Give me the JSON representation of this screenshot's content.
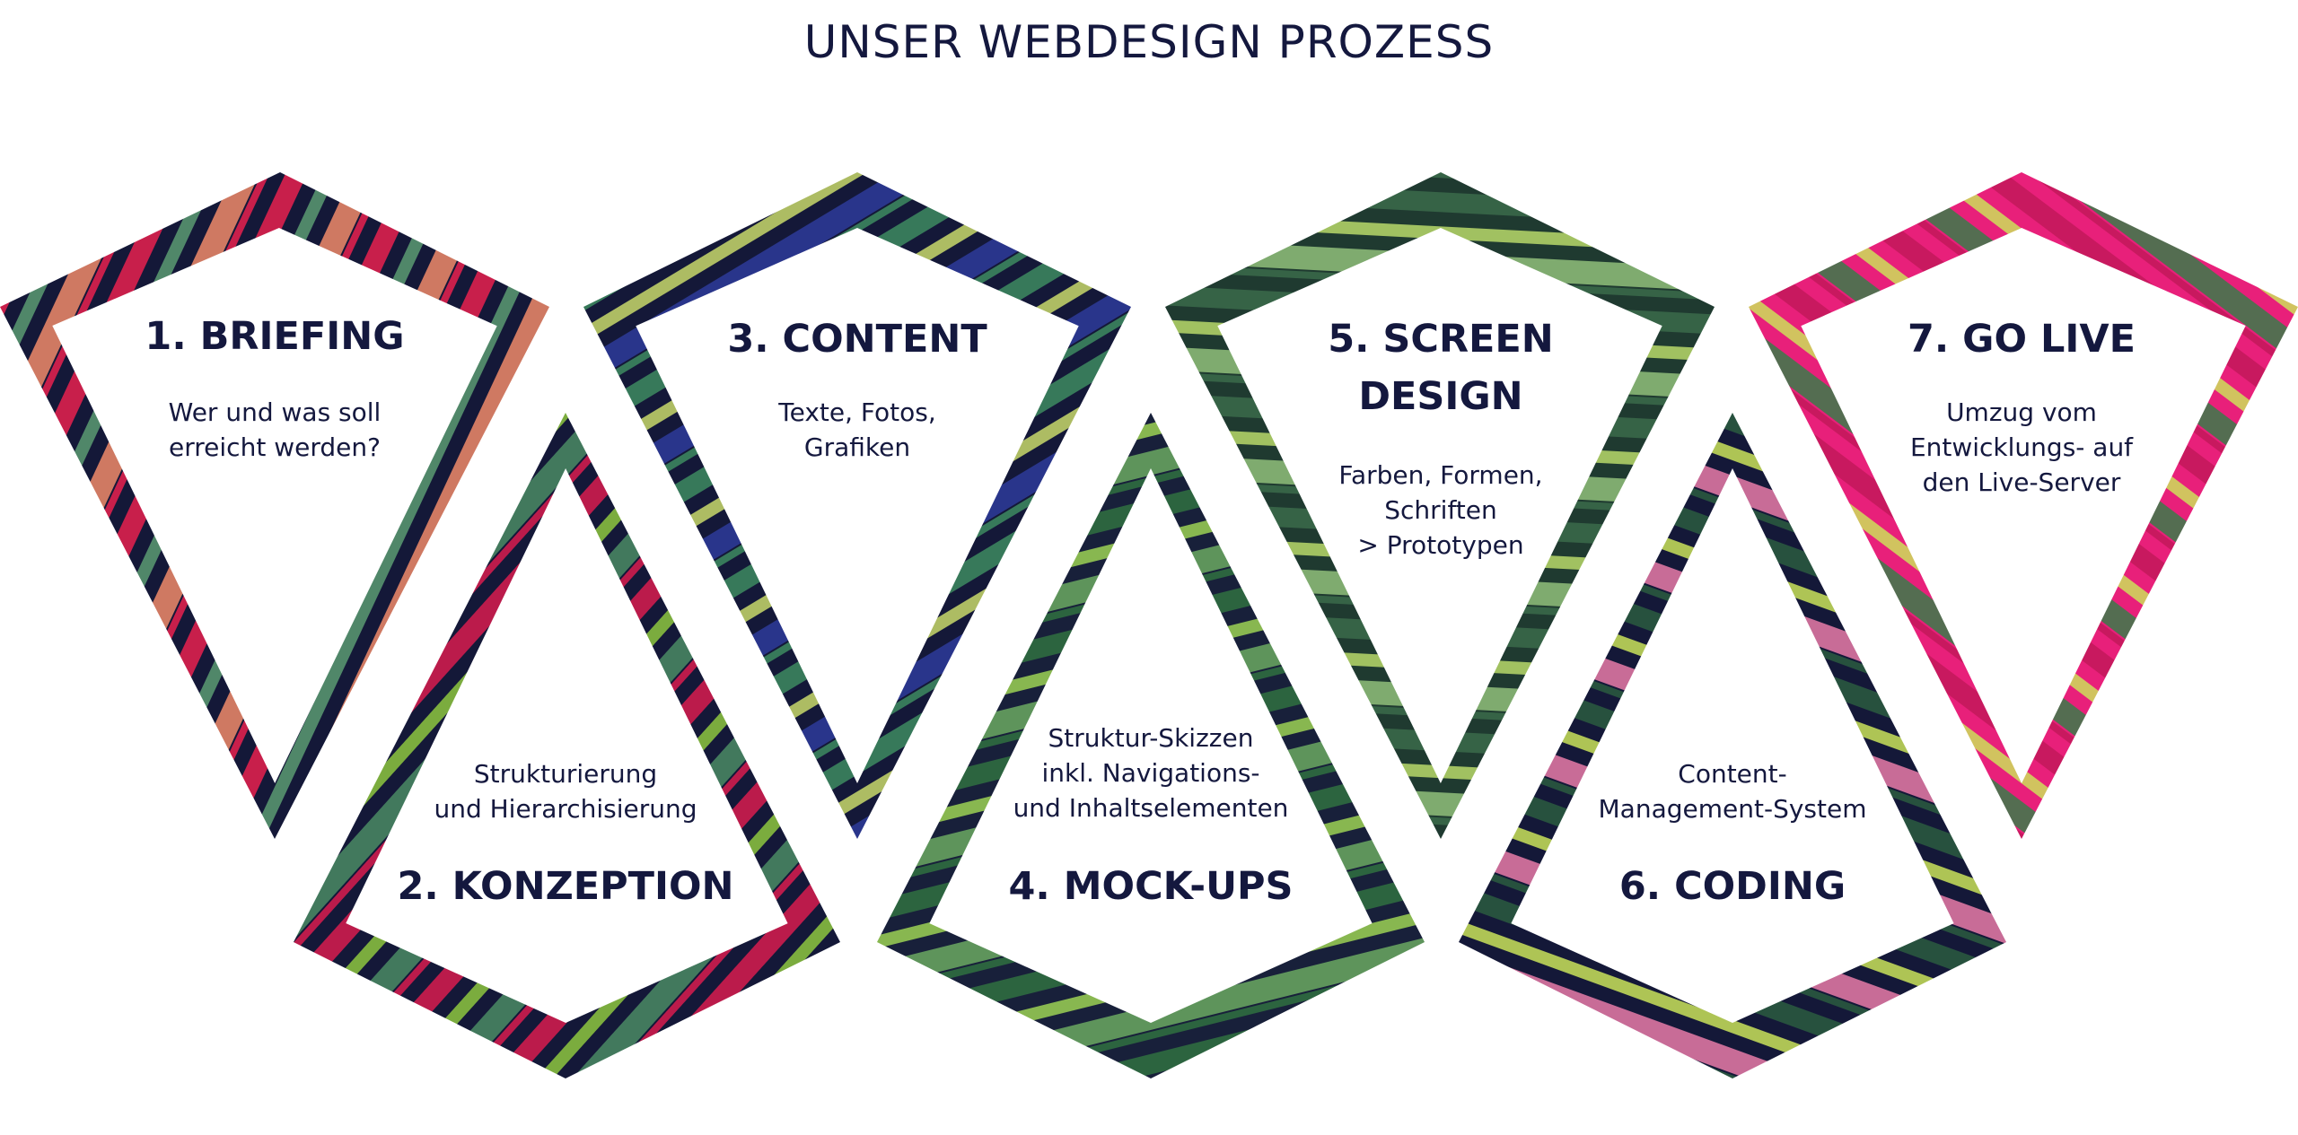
{
  "title": "UNSER WEBDESIGN PROZESS",
  "steps": [
    {
      "label": "1. BRIEFING",
      "description": "Wer und was soll\nerreicht werden?",
      "palette": [
        "#141838",
        "#e8204f",
        "#5a9a72",
        "#f08a6a"
      ]
    },
    {
      "label": "2. KONZEPTION",
      "description": "Strukturierung\nund Hierarchisierung",
      "palette": [
        "#141838",
        "#d81b4f",
        "#8dc63f",
        "#4a8a64"
      ]
    },
    {
      "label": "3. CONTENT",
      "description": "Texte, Fotos,\nGrafiken",
      "palette": [
        "#141838",
        "#3d8a60",
        "#c8d96b",
        "#2d3a9a"
      ]
    },
    {
      "label": "4. MOCK-UPS",
      "description": "Struktur-Skizzen\ninkl. Navigations-\nund Inhaltselementen",
      "palette": [
        "#18203a",
        "#2f7040",
        "#9bd153",
        "#6aa860"
      ]
    },
    {
      "label": "5. SCREEN\nDESIGN",
      "description": "Farben, Formen,\nSchriften\n> Prototypen",
      "palette": [
        "#1f3a30",
        "#3a6a4a",
        "#b8d96a",
        "#8fbf7a"
      ]
    },
    {
      "label": "6. CODING",
      "description": "Content-\nManagement-System",
      "palette": [
        "#141838",
        "#2a5a40",
        "#c9e25a",
        "#e87aa8"
      ]
    },
    {
      "label": "7. GO LIVE",
      "description": "Umzug vom\nEntwicklungs- auf\nden Live-Server",
      "palette": [
        "#e8207a",
        "#c2185b",
        "#cde05a",
        "#3a7a4a"
      ]
    }
  ]
}
